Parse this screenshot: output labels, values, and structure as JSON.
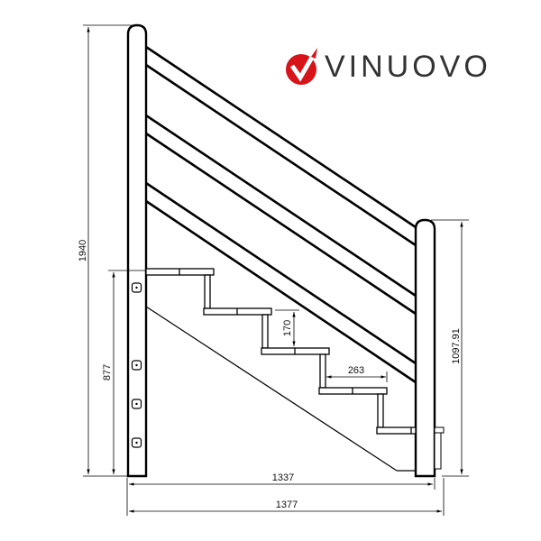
{
  "logo": {
    "brand": "VINUOVO",
    "icon": "checkmark-circle-icon",
    "accent_color": "#d7141a",
    "text_color": "#333333"
  },
  "dimensions": {
    "total_height": "1940",
    "handrail_height": "1097.91",
    "lower_height": "877",
    "step_rise": "170",
    "step_run": "263",
    "inner_length": "1337",
    "overall_length": "1377"
  },
  "drawing": {
    "step_count": 5,
    "rail_pairs": 3,
    "post_bolts": 4,
    "line_color": "#000000"
  }
}
